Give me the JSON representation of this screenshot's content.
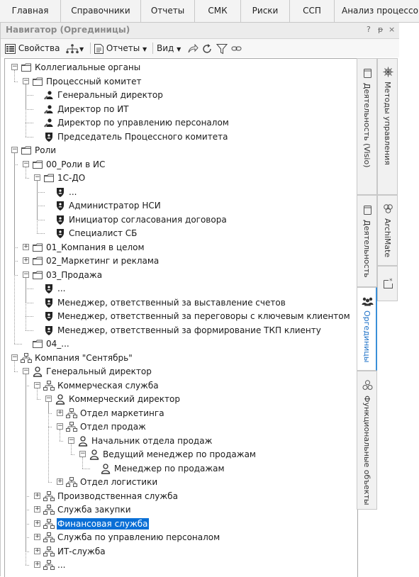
{
  "menu": {
    "tabs": [
      "Главная",
      "Справочники",
      "Отчеты",
      "СМК",
      "Риски",
      "ССП",
      "Анализ процессов"
    ]
  },
  "panel": {
    "title": "Навигатор (Оргединицы)",
    "controls": [
      "?",
      "ᵽ",
      "×"
    ]
  },
  "toolbar": {
    "properties_label": "Свойства",
    "reports_label": "Отчеты",
    "view_label": "Вид"
  },
  "tree": {
    "items": [
      {
        "label": "Коллегиальные органы"
      },
      {
        "label": "Процессный комитет"
      },
      {
        "label": "Генеральный директор"
      },
      {
        "label": "Директор по ИТ"
      },
      {
        "label": "Директор по управлению персоналом"
      },
      {
        "label": "Председатель Процессного комитета"
      },
      {
        "label": "Роли"
      },
      {
        "label": "00_Роли в ИС"
      },
      {
        "label": "1С-ДО"
      },
      {
        "label": "..."
      },
      {
        "label": "Администратор НСИ"
      },
      {
        "label": "Инициатор согласования договора"
      },
      {
        "label": "Специалист СБ"
      },
      {
        "label": "01_Компания в целом"
      },
      {
        "label": "02_Маркетинг и реклама"
      },
      {
        "label": "03_Продажа"
      },
      {
        "label": "..."
      },
      {
        "label": "Менеджер, ответственный за выставление счетов"
      },
      {
        "label": "Менеджер, ответственный за переговоры с ключевым клиентом"
      },
      {
        "label": "Менеджер, ответственный за формирование ТКП клиенту"
      },
      {
        "label": "04_..."
      },
      {
        "label": "Компания \"Сентябрь\""
      },
      {
        "label": "Генеральный директор"
      },
      {
        "label": "Коммерческая служба"
      },
      {
        "label": "Коммерческий директор"
      },
      {
        "label": "Отдел маркетинга"
      },
      {
        "label": "Отдел продаж"
      },
      {
        "label": "Начальник отдела продаж"
      },
      {
        "label": "Ведущий менеджер по продажам"
      },
      {
        "label": "Менеджер по продажам"
      },
      {
        "label": "Отдел логистики"
      },
      {
        "label": "Производственная служба"
      },
      {
        "label": "Служба закупки"
      },
      {
        "label": "Финансовая служба"
      },
      {
        "label": "Служба по управлению персоналом"
      },
      {
        "label": "ИТ-служба"
      },
      {
        "label": "..."
      }
    ]
  },
  "side_tabs": {
    "activity_visio": "Деятельность (Visio)",
    "management_methods": "Методы управления",
    "activity": "Деятельность",
    "archimate": "ArchiMate",
    "org_units": "Оргединицы",
    "functional_objects": "Функциональные объекты"
  },
  "colors": {
    "selection": "#0a6fd6",
    "active_tab_text": "#1a6fc7",
    "title_text": "#8a8a8a"
  }
}
